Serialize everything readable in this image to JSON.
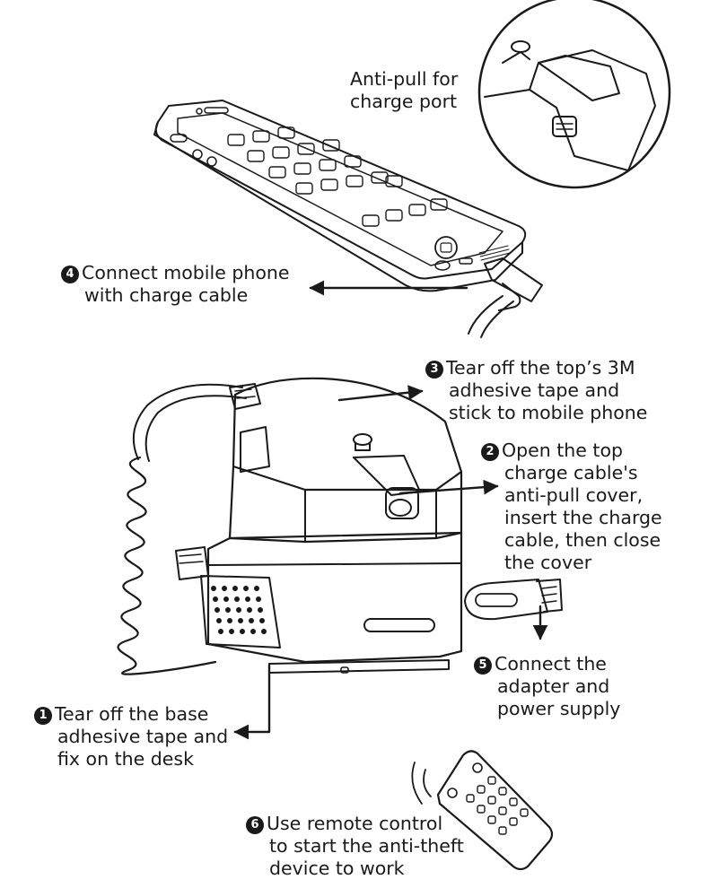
{
  "callouts": {
    "anti_pull": {
      "lines": [
        "Anti-pull for",
        "charge port"
      ]
    },
    "step4": {
      "number": "4",
      "lines": [
        "Connect mobile phone",
        "with charge cable"
      ]
    },
    "step3": {
      "number": "3",
      "lines": [
        "Tear off the top’s 3M",
        "adhesive tape and",
        "stick to mobile phone"
      ]
    },
    "step2": {
      "number": "2",
      "lines": [
        "Open the top",
        "charge cable's",
        "anti-pull cover,",
        "insert the charge",
        "cable, then close",
        "the cover"
      ]
    },
    "step5": {
      "number": "5",
      "lines": [
        "Connect the",
        "adapter and",
        "power supply"
      ]
    },
    "step1": {
      "number": "1",
      "lines": [
        "Tear off the base",
        "adhesive tape and",
        "fix on the desk"
      ]
    },
    "step6": {
      "number": "6",
      "lines": [
        "Use remote control",
        "to start the anti-theft",
        "device to work"
      ]
    }
  },
  "icons": {
    "phone": "mobile-phone-icon",
    "alarm_base": "anti-theft-alarm-stand-icon",
    "remote": "remote-control-icon",
    "adapter": "usb-adapter-icon"
  },
  "colors": {
    "ink": "#1a1a1a",
    "background": "#ffffff"
  }
}
